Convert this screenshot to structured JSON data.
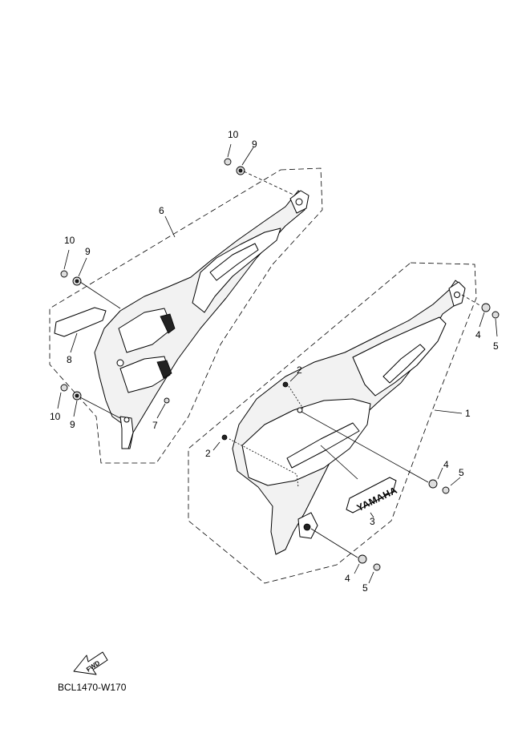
{
  "callouts": {
    "c10a": "10",
    "c9a": "9",
    "c6": "6",
    "c10b": "10",
    "c9b": "9",
    "c8": "8",
    "c10c": "10",
    "c9c": "9",
    "c7": "7",
    "c2a": "2",
    "c2b": "2",
    "c1": "1",
    "c4a": "4",
    "c5a": "5",
    "c4b": "4",
    "c5b": "5",
    "c3": "3",
    "c4c": "4",
    "c5c": "5"
  },
  "emblem_text": "YAMAHA",
  "fwd_text": "FWD",
  "diagram_code": "BCL1470-W170"
}
